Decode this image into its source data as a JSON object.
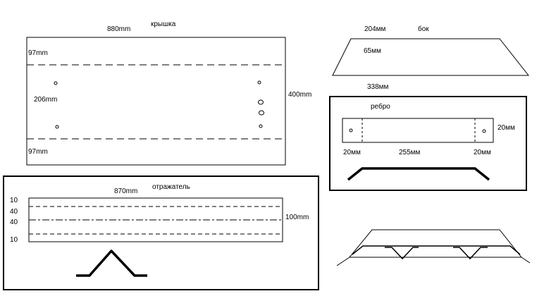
{
  "lid": {
    "title": "крышка",
    "width_label": "880mm",
    "height_label": "400mm",
    "top_margin_label": "97mm",
    "middle_label": "206mm",
    "bottom_margin_label": "97mm"
  },
  "side": {
    "title": "бок",
    "top_label": "204мм",
    "height_label": "65мм",
    "bottom_label": "338мм"
  },
  "rib": {
    "title": "ребро",
    "height_label": "20мм",
    "left_label": "20мм",
    "middle_label": "255мм",
    "right_label": "20мм"
  },
  "reflector": {
    "title": "отражатель",
    "width_label": "870mm",
    "height_label": "100mm",
    "row_labels": [
      "10",
      "40",
      "40",
      "10"
    ]
  }
}
